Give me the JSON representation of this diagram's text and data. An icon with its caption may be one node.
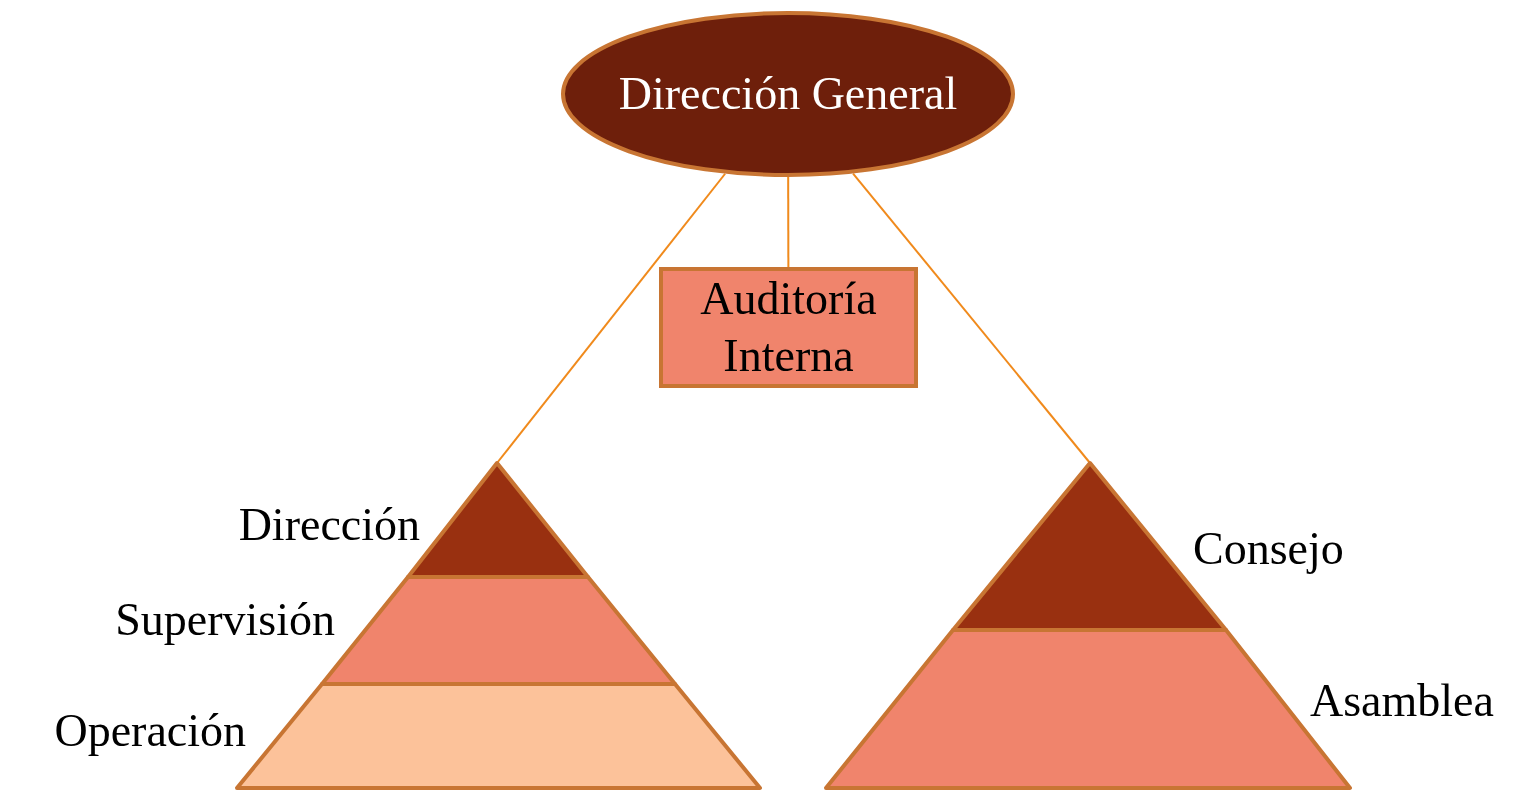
{
  "diagram": {
    "nodes": [
      {
        "text": [
          "Dirección General"
        ]
      },
      {
        "text": [
          "Auditoría Interna"
        ]
      },
      {
        "text": [
          "Dirección"
        ]
      },
      {
        "text": [
          "Supervisión"
        ]
      },
      {
        "text": [
          "Operación"
        ]
      },
      {
        "text": [
          "Consejo"
        ]
      },
      {
        "text": [
          "Asamblea"
        ]
      }
    ],
    "edges": [
      {
        "from": 0,
        "to": 2,
        "arrow": "none"
      },
      {
        "from": 0,
        "to": 1,
        "arrow": "none"
      },
      {
        "from": 0,
        "to": 5,
        "arrow": "none"
      }
    ]
  }
}
